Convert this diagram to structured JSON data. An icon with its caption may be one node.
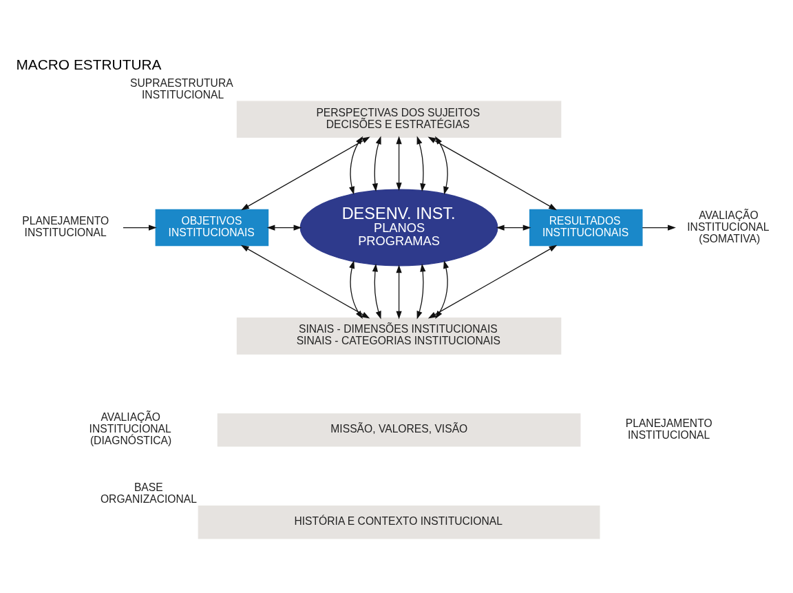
{
  "diagram": {
    "title": "MACRO ESTRUTURA",
    "nodes": [
      {
        "text": [
          "SUPRAESTRUTURA INSTITUCIONAL",
          "PERSPECTIVAS DOS SUJEITOS",
          "DECISÕES E ESTRATÉGIAS"
        ]
      },
      {
        "text": [
          "OBJETIVOS INSTITUCIONAIS"
        ]
      },
      {
        "text": [
          "DESENV. INST.",
          "PLANOS",
          "PROGRAMAS"
        ]
      },
      {
        "text": [
          "RESULTADOS INSTITUCIONAIS"
        ]
      },
      {
        "text": [
          "SINAIS - DIMENSÕES INSTITUCIONAIS",
          "SINAIS - CATEGORIAS INSTITUCIONAIS"
        ]
      },
      {
        "text": [
          "MISSÃO, VALORES, VISÃO"
        ]
      },
      {
        "text": [
          "HISTÓRIA E CONTEXTO INSTITUCIONAL"
        ],
        "beside": [
          "BASE ORGANIZACIONAL"
        ]
      },
      {
        "text": [
          "PLANEJAMENTO INSTITUCIONAL"
        ]
      },
      {
        "text": [
          "AVALIAÇÃO INSTITUCIONAL (SOMATIVA)"
        ]
      }
    ],
    "edges": [
      {
        "from": 0,
        "to": 1,
        "arrow": "both"
      },
      {
        "from": 0,
        "to": 2,
        "arrow": "both"
      },
      {
        "from": 0,
        "to": 2,
        "arrow": "both"
      },
      {
        "from": 0,
        "to": 2,
        "arrow": "both"
      },
      {
        "from": 0,
        "to": 2,
        "arrow": "both"
      },
      {
        "from": 0,
        "to": 2,
        "arrow": "both"
      },
      {
        "from": 0,
        "to": 3,
        "arrow": "both"
      },
      {
        "from": 7,
        "to": 1,
        "arrow": "to"
      },
      {
        "from": 1,
        "to": 2,
        "arrow": "both"
      },
      {
        "from": 2,
        "to": 3,
        "arrow": "both"
      },
      {
        "from": 3,
        "to": 8,
        "arrow": "to"
      },
      {
        "from": 1,
        "to": 4,
        "arrow": "both"
      },
      {
        "from": 2,
        "to": 4,
        "arrow": "both"
      },
      {
        "from": 2,
        "to": 4,
        "arrow": "both"
      },
      {
        "from": 2,
        "to": 4,
        "arrow": "both"
      },
      {
        "from": 2,
        "to": 4,
        "arrow": "both"
      },
      {
        "from": 2,
        "to": 4,
        "arrow": "both"
      },
      {
        "from": 3,
        "to": 4,
        "arrow": "both"
      }
    ],
    "labels": [
      "AVALIAÇÃO INSTITUCIONAL (DIAGNÓSTICA)",
      "PLANEJAMENTO INSTITUCIONAL"
    ]
  }
}
